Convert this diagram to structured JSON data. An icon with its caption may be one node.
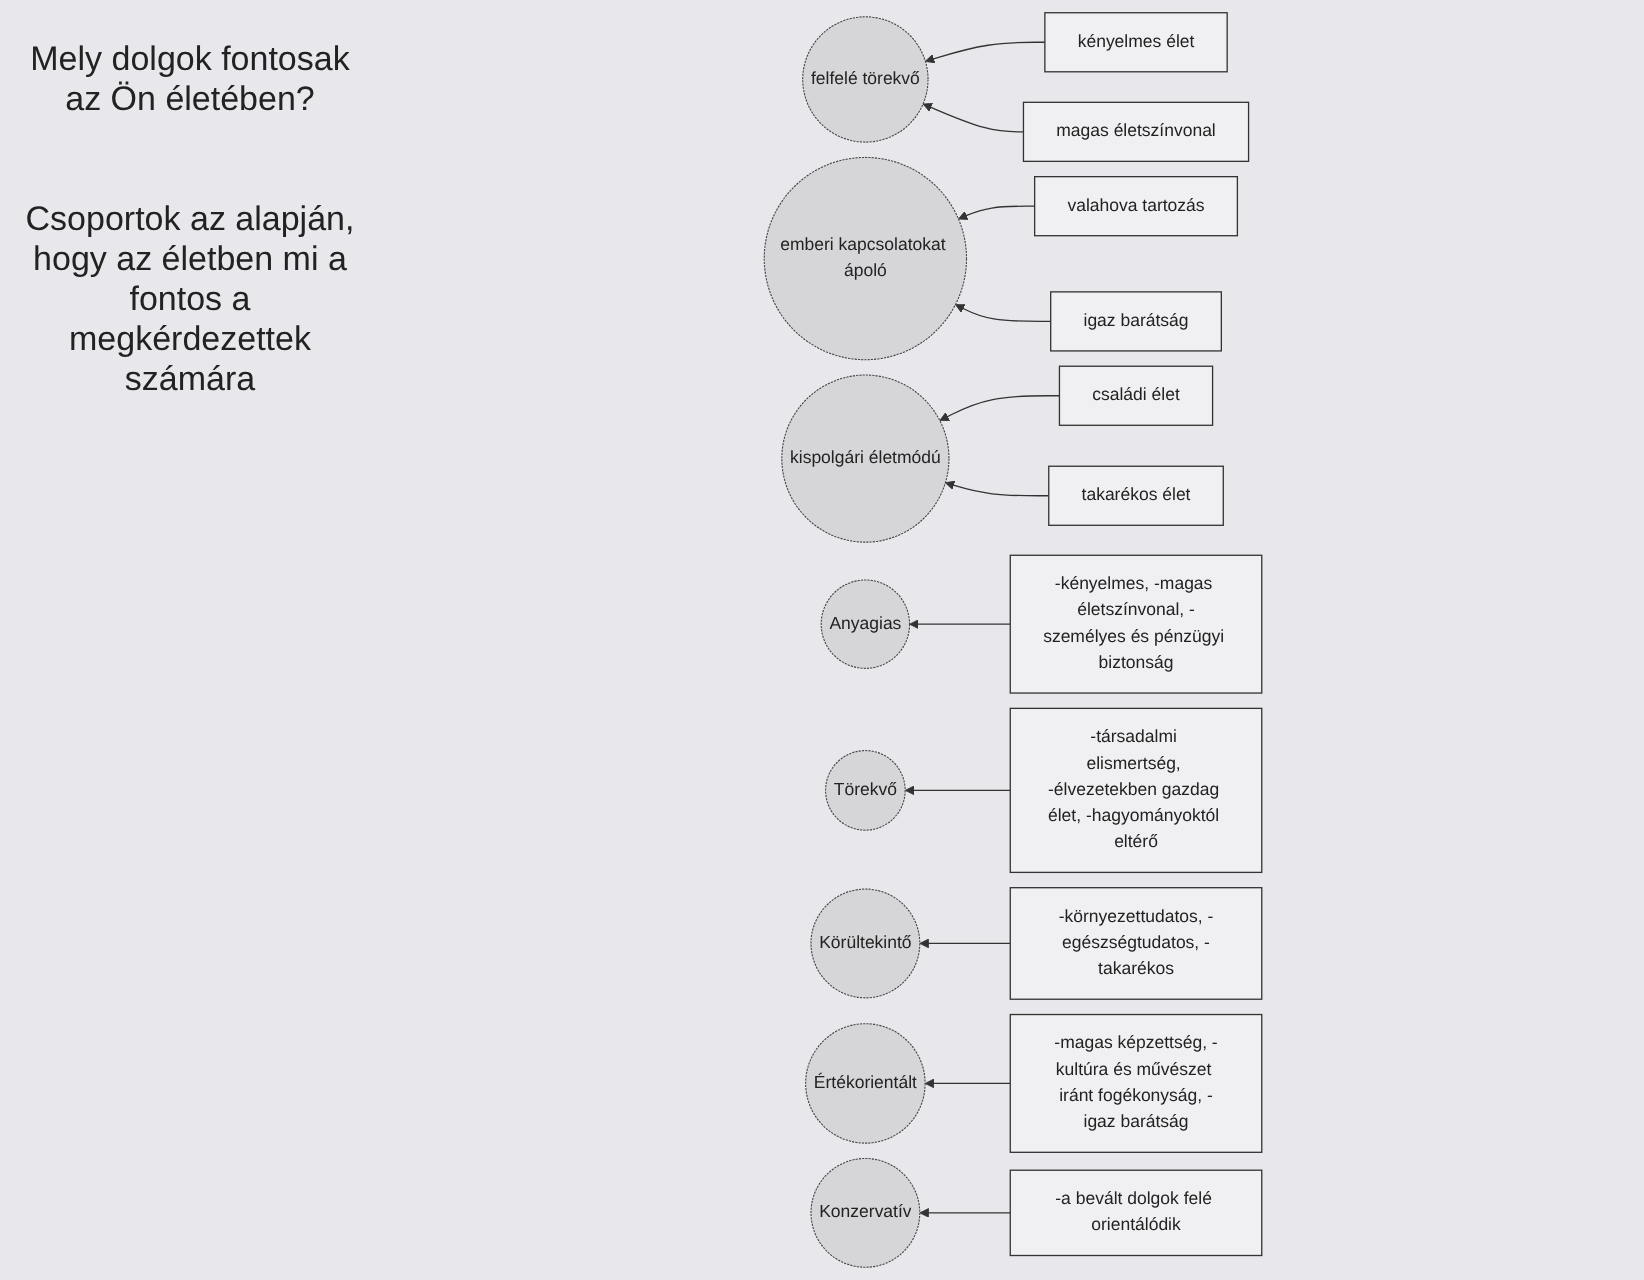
{
  "diagram": {
    "nodes": [
      {
        "text": [
          "felfelé törekvő"
        ]
      },
      {
        "text": [
          "kényelmes élet"
        ]
      },
      {
        "text": [
          "magas életszínvonal"
        ]
      },
      {
        "text": [
          "emberi kapcsolatokat ápoló"
        ]
      },
      {
        "text": [
          "valahova tartozás"
        ]
      },
      {
        "text": [
          "igaz barátság"
        ]
      },
      {
        "text": [
          "kispolgári életmódú"
        ]
      },
      {
        "text": [
          "családi élet"
        ]
      },
      {
        "text": [
          "takarékos élet"
        ]
      },
      {
        "text": [
          "Anyagias"
        ]
      },
      {
        "text": [
          "-kényelmes, -magas életszínvonal, -személyes és pénzügyi biztonság"
        ]
      },
      {
        "text": [
          "Törekvő"
        ]
      },
      {
        "text": [
          "-társadalmi elismertség, -élvezetekben gazdag élet, -hagyományoktól eltérő"
        ]
      },
      {
        "text": [
          "Körültekintő"
        ]
      },
      {
        "text": [
          "-környezettudatos, -egészségtudatos, -takarékos"
        ]
      },
      {
        "text": [
          "Értékorientált"
        ]
      },
      {
        "text": [
          "-magas képzettség, -kultúra és művészet iránt fogékonyság, -igaz barátság"
        ]
      },
      {
        "text": [
          "Konzervatív"
        ]
      },
      {
        "text": [
          "-a bevált dolgok felé orientálódik"
        ]
      }
    ],
    "edges": [
      {
        "from": 1,
        "to": 0,
        "arrow": "to"
      },
      {
        "from": 2,
        "to": 0,
        "arrow": "to"
      },
      {
        "from": 4,
        "to": 3,
        "arrow": "to"
      },
      {
        "from": 5,
        "to": 3,
        "arrow": "to"
      },
      {
        "from": 7,
        "to": 6,
        "arrow": "to"
      },
      {
        "from": 8,
        "to": 6,
        "arrow": "to"
      },
      {
        "from": 10,
        "to": 9,
        "arrow": "to"
      },
      {
        "from": 12,
        "to": 11,
        "arrow": "to"
      },
      {
        "from": 14,
        "to": 13,
        "arrow": "to"
      },
      {
        "from": 16,
        "to": 15,
        "arrow": "to"
      },
      {
        "from": 18,
        "to": 17,
        "arrow": "to"
      }
    ],
    "labels": [
      "Mely dolgok fontosak az Ön életében?",
      "Csoportok az alapján, hogy az életben mi a fontos a megkérdezettek számára"
    ]
  }
}
